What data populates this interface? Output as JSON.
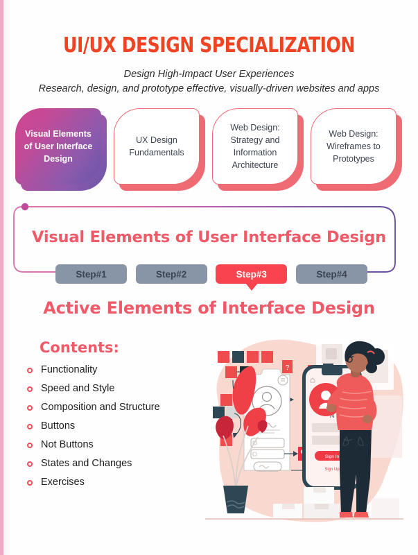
{
  "header": {
    "title": "UI/UX DESIGN SPECIALIZATION",
    "subtitle_1": "Design High-Impact User Experiences",
    "subtitle_2": "Research, design, and prototype effective, visually-driven websites and apps",
    "title_color": "#ef4423"
  },
  "courses": [
    {
      "label": "Visual Elements of User Interface Design",
      "active": true
    },
    {
      "label": "UX Design Fundamentals",
      "active": false
    },
    {
      "label": "Web Design: Strategy and Information Architecture",
      "active": false
    },
    {
      "label": "Web Design: Wireframes to Prototypes",
      "active": false
    }
  ],
  "module": {
    "title": "Visual Elements of User Interface Design",
    "title_color": "#ef5a68"
  },
  "steps": [
    {
      "label": "Step#1",
      "active": false
    },
    {
      "label": "Step#2",
      "active": false
    },
    {
      "label": "Step#3",
      "active": true
    },
    {
      "label": "Step#4",
      "active": false
    }
  ],
  "section": {
    "title": "Active Elements of Interface Design",
    "title_color": "#ef5a68"
  },
  "contents": {
    "heading": "Contents:",
    "items": [
      "Functionality",
      "Speed and Style",
      "Composition and Structure",
      "Buttons",
      "Not Buttons",
      "States and Changes",
      "Exercises"
    ],
    "bullet_color": "#ef4d5c"
  },
  "illustration": {
    "name": "ui-designer-illustration",
    "description": "Woman designing a mobile app interface with wireframe, sticky notes and potted plant",
    "blob_color": "#f9d8d0",
    "accent_red": "#ef4d4d",
    "accent_coral": "#ef5a5a",
    "dark_slate": "#2e4755",
    "light_gray": "#d8d8d8"
  },
  "decor": {
    "left_stripe_color": "#efa9c8",
    "connector_start_color": "#c0499c",
    "connector_end_color": "#6b4f9e"
  }
}
